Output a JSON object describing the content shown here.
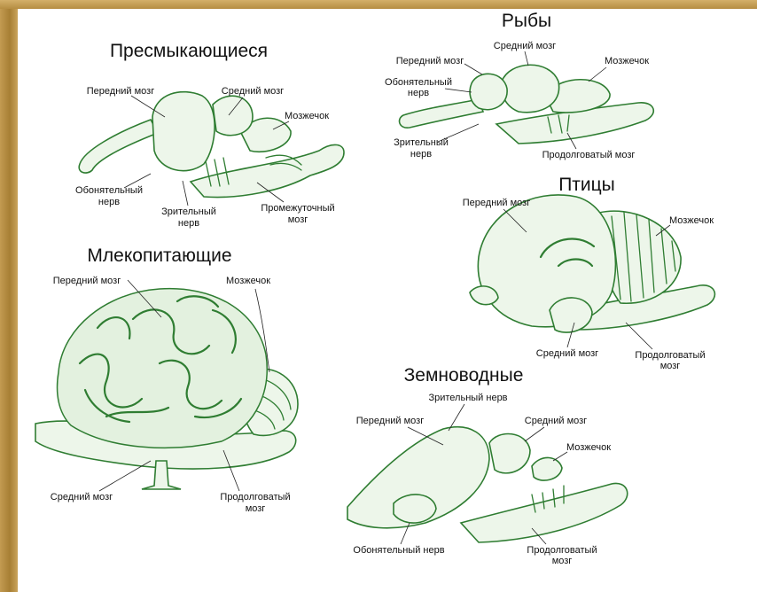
{
  "diagram": {
    "reptiles": {
      "title": "Пресмыкающиеся",
      "labels": {
        "forebrain": "Передний мозг",
        "midbrain": "Средний мозг",
        "cerebellum": "Мозжечок",
        "olfactory_1": "Обонятельный",
        "olfactory_2": "нерв",
        "optic_1": "Зрительный",
        "optic_2": "нерв",
        "diencephalon_1": "Промежуточный",
        "diencephalon_2": "мозг"
      }
    },
    "fish": {
      "title": "Рыбы",
      "labels": {
        "midbrain": "Средний мозг",
        "forebrain": "Передний мозг",
        "cerebellum": "Мозжечок",
        "olfactory_1": "Обонятельный",
        "olfactory_2": "нерв",
        "optic_1": "Зрительный",
        "optic_2": "нерв",
        "medulla": "Продолговатый мозг"
      }
    },
    "birds": {
      "title": "Птицы",
      "labels": {
        "forebrain": "Передний мозг",
        "cerebellum": "Мозжечок",
        "midbrain": "Средний мозг",
        "medulla_1": "Продолговатый",
        "medulla_2": "мозг"
      }
    },
    "mammals": {
      "title": "Млекопитающие",
      "labels": {
        "forebrain": "Передний мозг",
        "cerebellum": "Мозжечок",
        "midbrain": "Средний мозг",
        "medulla_1": "Продолговатый",
        "medulla_2": "мозг"
      }
    },
    "amphibians": {
      "title": "Земноводные",
      "labels": {
        "optic": "Зрительный нерв",
        "forebrain": "Передний мозг",
        "midbrain": "Средний мозг",
        "cerebellum": "Мозжечок",
        "olfactory": "Обонятельный нерв",
        "medulla_1": "Продолговатый",
        "medulla_2": "мозг"
      }
    }
  }
}
